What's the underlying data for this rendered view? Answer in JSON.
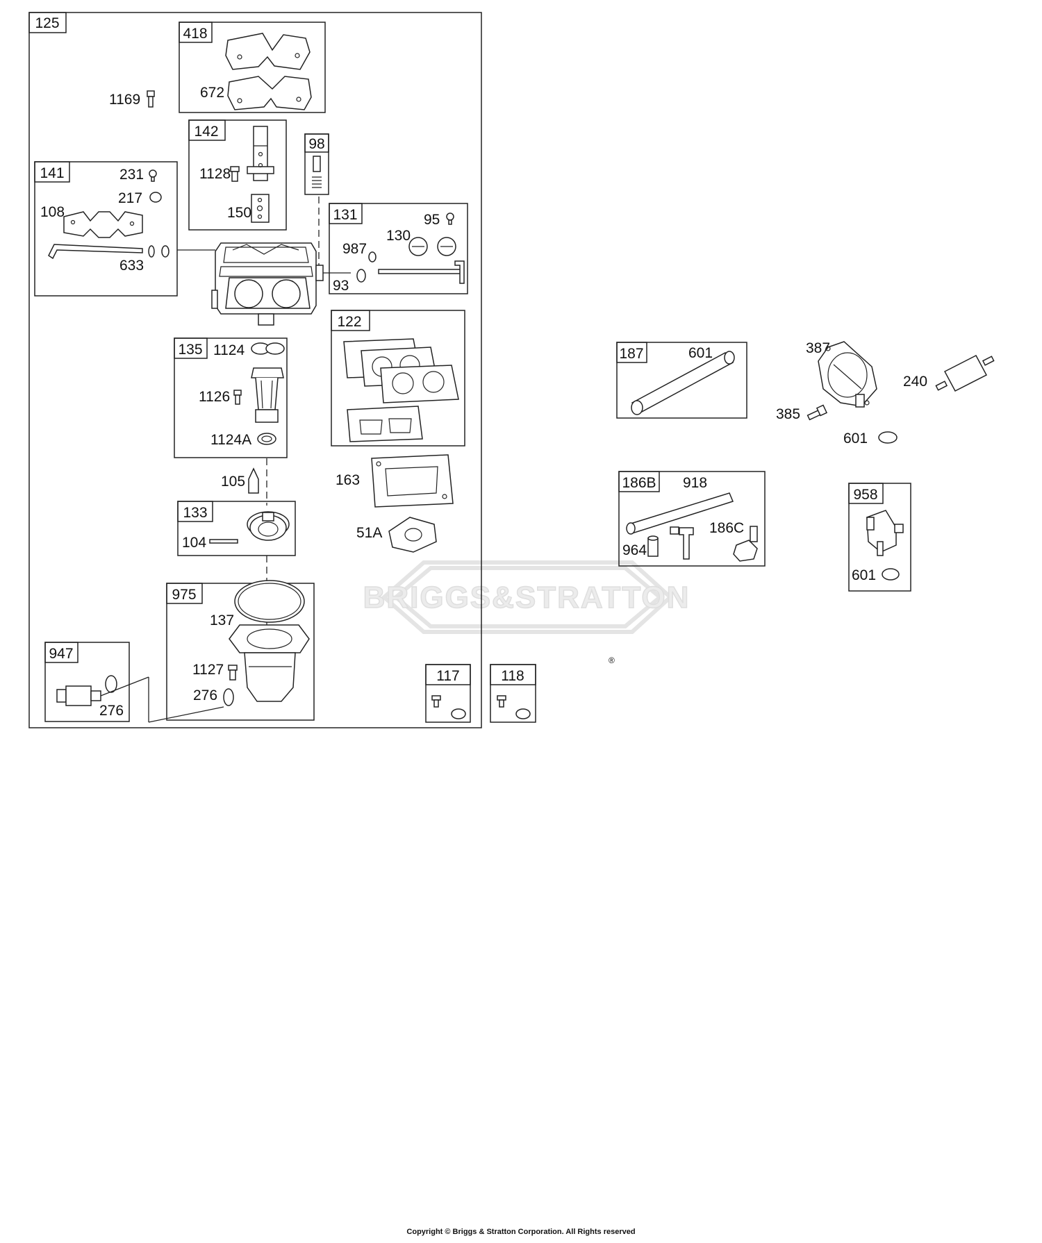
{
  "watermark": {
    "text": "BRIGGS&STRATTON",
    "mark": "®"
  },
  "copyright": "Copyright © Briggs & Stratton Corporation. All Rights reserved",
  "callouts": {
    "c125": "125",
    "c418": "418",
    "c672": "672",
    "c1169": "1169",
    "c142": "142",
    "c1128": "1128",
    "c150": "150",
    "c98": "98",
    "c141": "141",
    "c231": "231",
    "c217": "217",
    "c108": "108",
    "c633": "633",
    "c131": "131",
    "c95": "95",
    "c130": "130",
    "c987": "987",
    "c93": "93",
    "c135": "135",
    "c1124": "1124",
    "c1126": "1126",
    "c1124A": "1124A",
    "c122": "122",
    "c105": "105",
    "c163": "163",
    "c133": "133",
    "c104": "104",
    "c51A": "51A",
    "c975": "975",
    "c137": "137",
    "c1127": "1127",
    "c276a": "276",
    "c947": "947",
    "c276b": "276",
    "c117": "117",
    "c118": "118",
    "c187": "187",
    "c601a": "601",
    "c387": "387",
    "c240": "240",
    "c385": "385",
    "c601b": "601",
    "c186B": "186B",
    "c918": "918",
    "c186C": "186C",
    "c964": "964",
    "c958": "958",
    "c601c": "601"
  }
}
